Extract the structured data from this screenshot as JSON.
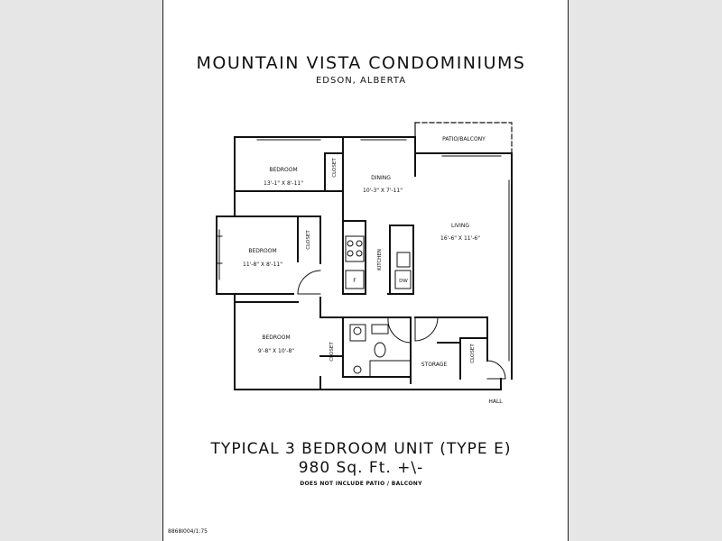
{
  "header": {
    "title": "MOUNTAIN VISTA CONDOMINIUMS",
    "subtitle": "EDSON, ALBERTA"
  },
  "rooms": {
    "bedroom1": {
      "name": "BEDROOM",
      "dims": "13'-1\" X 8'-11\""
    },
    "bedroom2": {
      "name": "BEDROOM",
      "dims": "11'-8\" X 8'-11\""
    },
    "bedroom3": {
      "name": "BEDROOM",
      "dims": "9'-8\" X 10'-8\""
    },
    "dining": {
      "name": "DINING",
      "dims": "10'-3\" X 7'-11\""
    },
    "living": {
      "name": "LIVING",
      "dims": "16'-6\" X 11'-6\""
    },
    "kitchen": "KITCHEN",
    "patio": "PATIO/BALCONY",
    "storage": "STORAGE",
    "hall": "HALL",
    "closet": "CLOSET",
    "fridge": "F",
    "dishwasher": "DW"
  },
  "footer": {
    "unit_type": "TYPICAL 3 BEDROOM UNIT (TYPE E)",
    "area": "980 Sq. Ft. +\\-",
    "note": "DOES NOT INCLUDE PATIO / BALCONY",
    "doc_id": "8868I004/1:75"
  }
}
